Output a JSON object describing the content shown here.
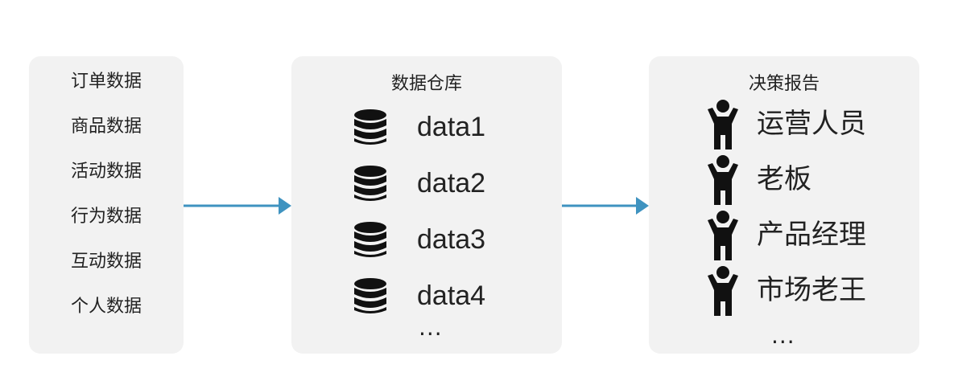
{
  "sources": {
    "items": [
      "订单数据",
      "商品数据",
      "活动数据",
      "行为数据",
      "互动数据",
      "个人数据"
    ]
  },
  "warehouse": {
    "title": "数据仓库",
    "items": [
      "data1",
      "data2",
      "data3",
      "data4"
    ],
    "ellipsis": "...",
    "icon": "database-icon"
  },
  "reports": {
    "title": "决策报告",
    "people": [
      "运营人员",
      "老板",
      "产品经理",
      "市场老王"
    ],
    "ellipsis": "...",
    "icon": "person-icon"
  },
  "colors": {
    "panel": "#f2f2f2",
    "arrow": "#3f93c0",
    "icon": "#111111"
  }
}
